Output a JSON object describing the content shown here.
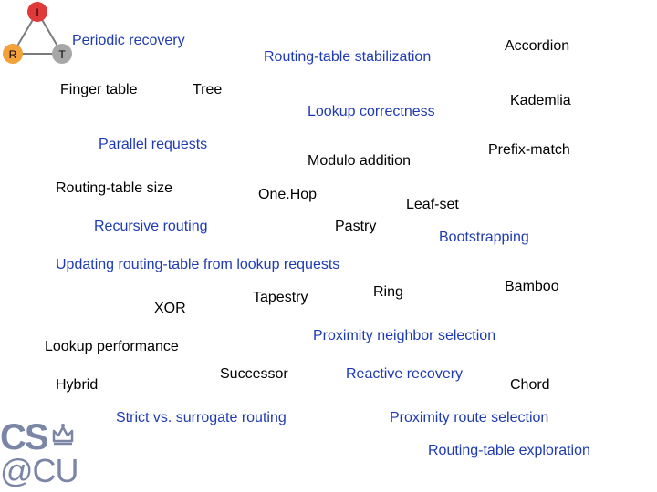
{
  "triangle": {
    "top": "I",
    "left": "R",
    "right": "T"
  },
  "terms": [
    {
      "text": "Periodic recovery",
      "color": "blue"
    },
    {
      "text": "Routing-table stabilization",
      "color": "blue"
    },
    {
      "text": "Accordion",
      "color": "black"
    },
    {
      "text": "Finger table",
      "color": "black"
    },
    {
      "text": "Tree",
      "color": "black"
    },
    {
      "text": "Lookup correctness",
      "color": "blue"
    },
    {
      "text": "Kademlia",
      "color": "black"
    },
    {
      "text": "Parallel requests",
      "color": "blue"
    },
    {
      "text": "Modulo addition",
      "color": "black"
    },
    {
      "text": "Prefix-match",
      "color": "black"
    },
    {
      "text": "Routing-table size",
      "color": "black"
    },
    {
      "text": "One.Hop",
      "color": "black"
    },
    {
      "text": "Leaf-set",
      "color": "black"
    },
    {
      "text": "Recursive routing",
      "color": "blue"
    },
    {
      "text": "Pastry",
      "color": "black"
    },
    {
      "text": "Bootstrapping",
      "color": "blue"
    },
    {
      "text": "Updating routing-table from lookup requests",
      "color": "blue"
    },
    {
      "text": "Bamboo",
      "color": "black"
    },
    {
      "text": "XOR",
      "color": "black"
    },
    {
      "text": "Tapestry",
      "color": "black"
    },
    {
      "text": "Ring",
      "color": "black"
    },
    {
      "text": "Proximity neighbor selection",
      "color": "blue"
    },
    {
      "text": "Lookup performance",
      "color": "black"
    },
    {
      "text": "Successor",
      "color": "black"
    },
    {
      "text": "Reactive recovery",
      "color": "blue"
    },
    {
      "text": "Hybrid",
      "color": "black"
    },
    {
      "text": "Chord",
      "color": "black"
    },
    {
      "text": "Strict vs. surrogate routing",
      "color": "blue"
    },
    {
      "text": "Proximity route selection",
      "color": "blue"
    },
    {
      "text": "Routing-table exploration",
      "color": "blue"
    }
  ],
  "logo": {
    "line1": "CS",
    "line2": "@CU"
  },
  "colors": {
    "blue": "#1f3bb3",
    "black": "#000000",
    "triangle_top": "#e0393a",
    "triangle_left": "#f3a13a",
    "triangle_right": "#a7a7a7",
    "logo": "#7b86a6"
  }
}
